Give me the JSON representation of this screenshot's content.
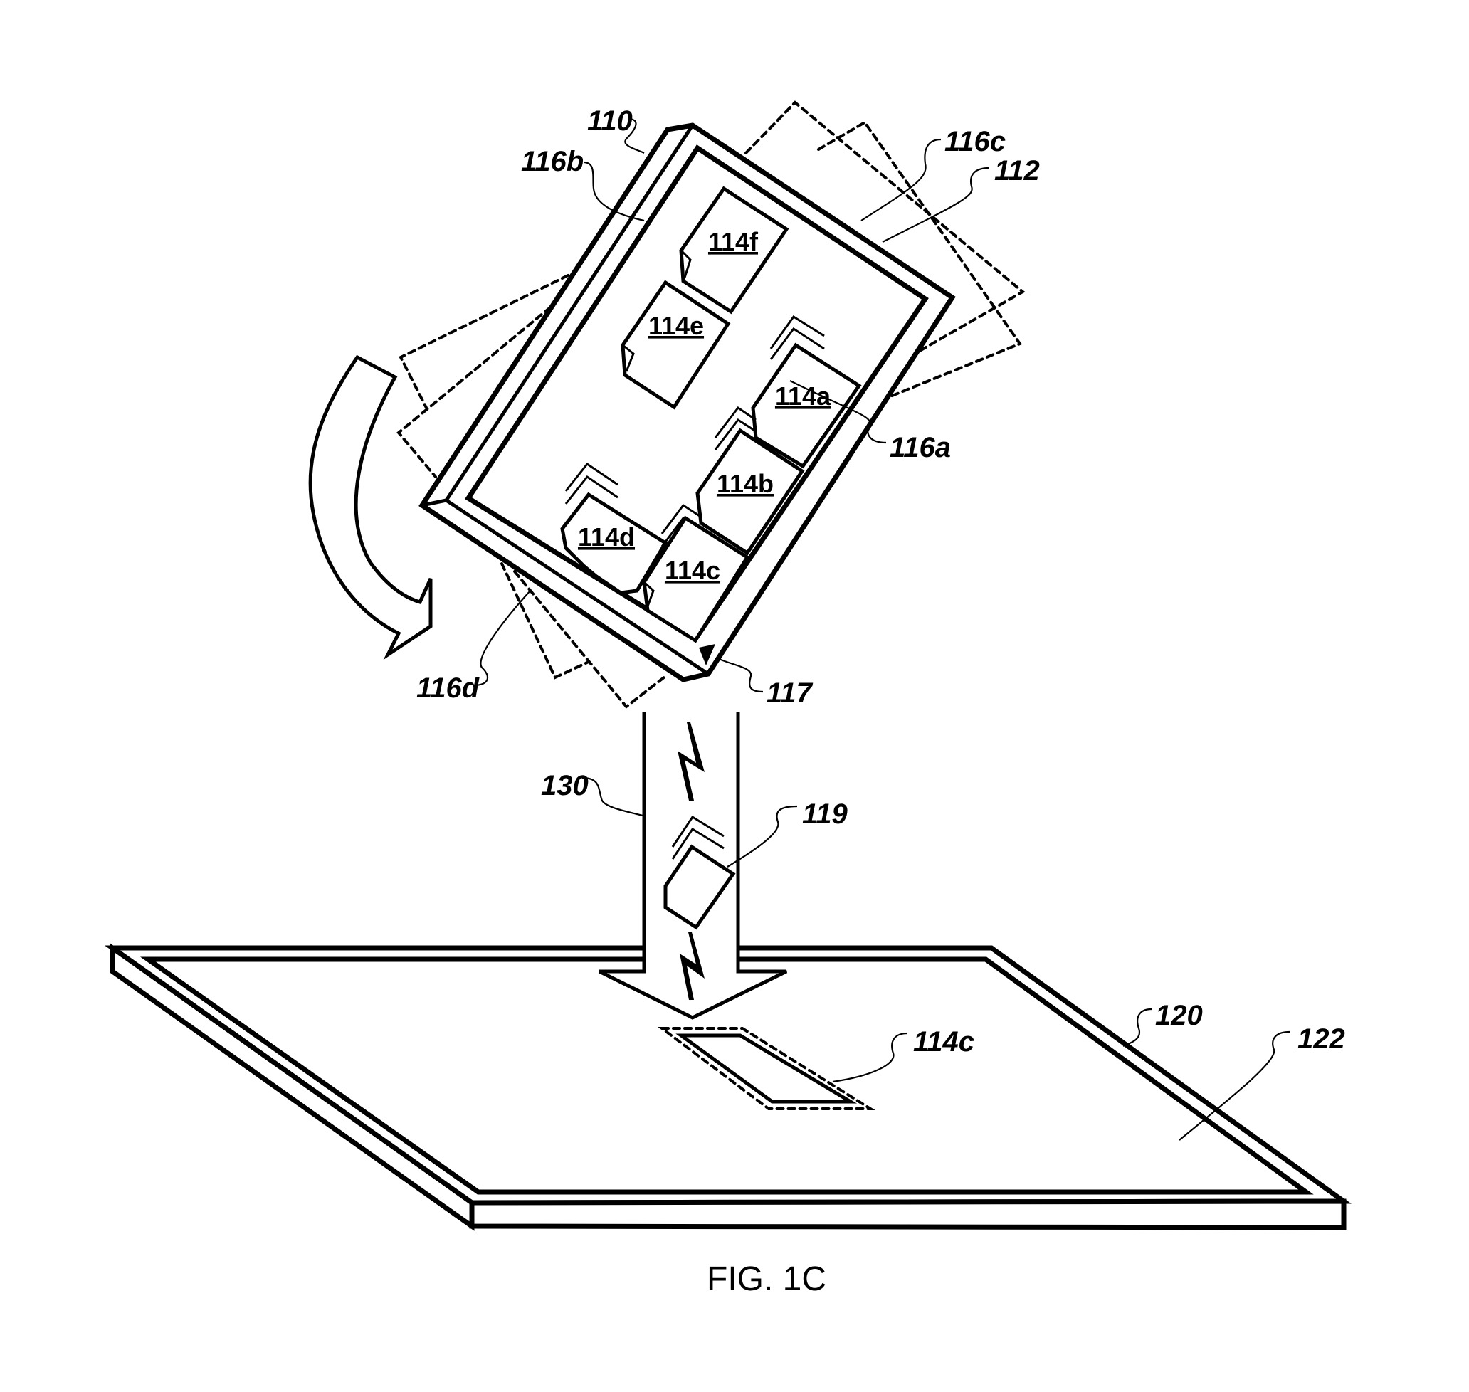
{
  "figure": {
    "caption": "FIG. 1C",
    "labels": {
      "device_110": "110",
      "edge_116b": "116b",
      "edge_116c": "116c",
      "screen_112": "112",
      "edge_116a": "116a",
      "edge_116d": "116d",
      "indicator_117": "117",
      "transfer_130": "130",
      "item_119": "119",
      "device_120": "120",
      "screen_122": "122",
      "received_114c": "114c"
    },
    "items": {
      "a": "114a",
      "b": "114b",
      "c": "114c",
      "d": "114d",
      "e": "114e",
      "f": "114f"
    }
  }
}
